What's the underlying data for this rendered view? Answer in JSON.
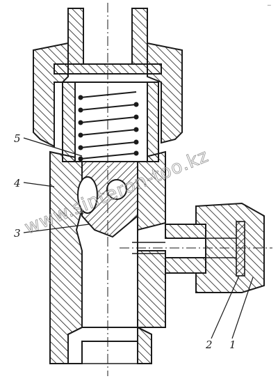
{
  "callouts": {
    "c1": "1",
    "c2": "2",
    "c3": "3",
    "c4": "4",
    "c5": "5"
  },
  "watermark": "www.sinteron-too.kz",
  "corner_mark": "~",
  "colors": {
    "ink": "#1a1a1a",
    "hatch": "#1a1a1a",
    "watermark": "#9a9a9a",
    "background": "#ffffff"
  }
}
